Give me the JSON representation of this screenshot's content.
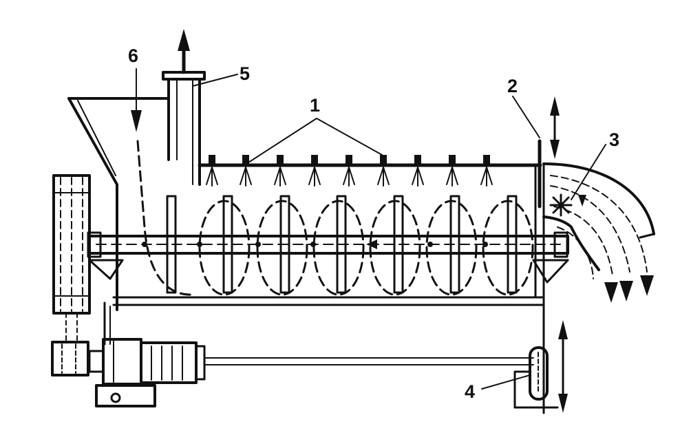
{
  "diagram": {
    "colors": {
      "ink": "#111111",
      "background": "#ffffff"
    },
    "callouts": [
      {
        "id": "1",
        "label": "1"
      },
      {
        "id": "2",
        "label": "2"
      },
      {
        "id": "3",
        "label": "3"
      },
      {
        "id": "4",
        "label": "4"
      },
      {
        "id": "5",
        "label": "5"
      },
      {
        "id": "6",
        "label": "6"
      }
    ]
  }
}
